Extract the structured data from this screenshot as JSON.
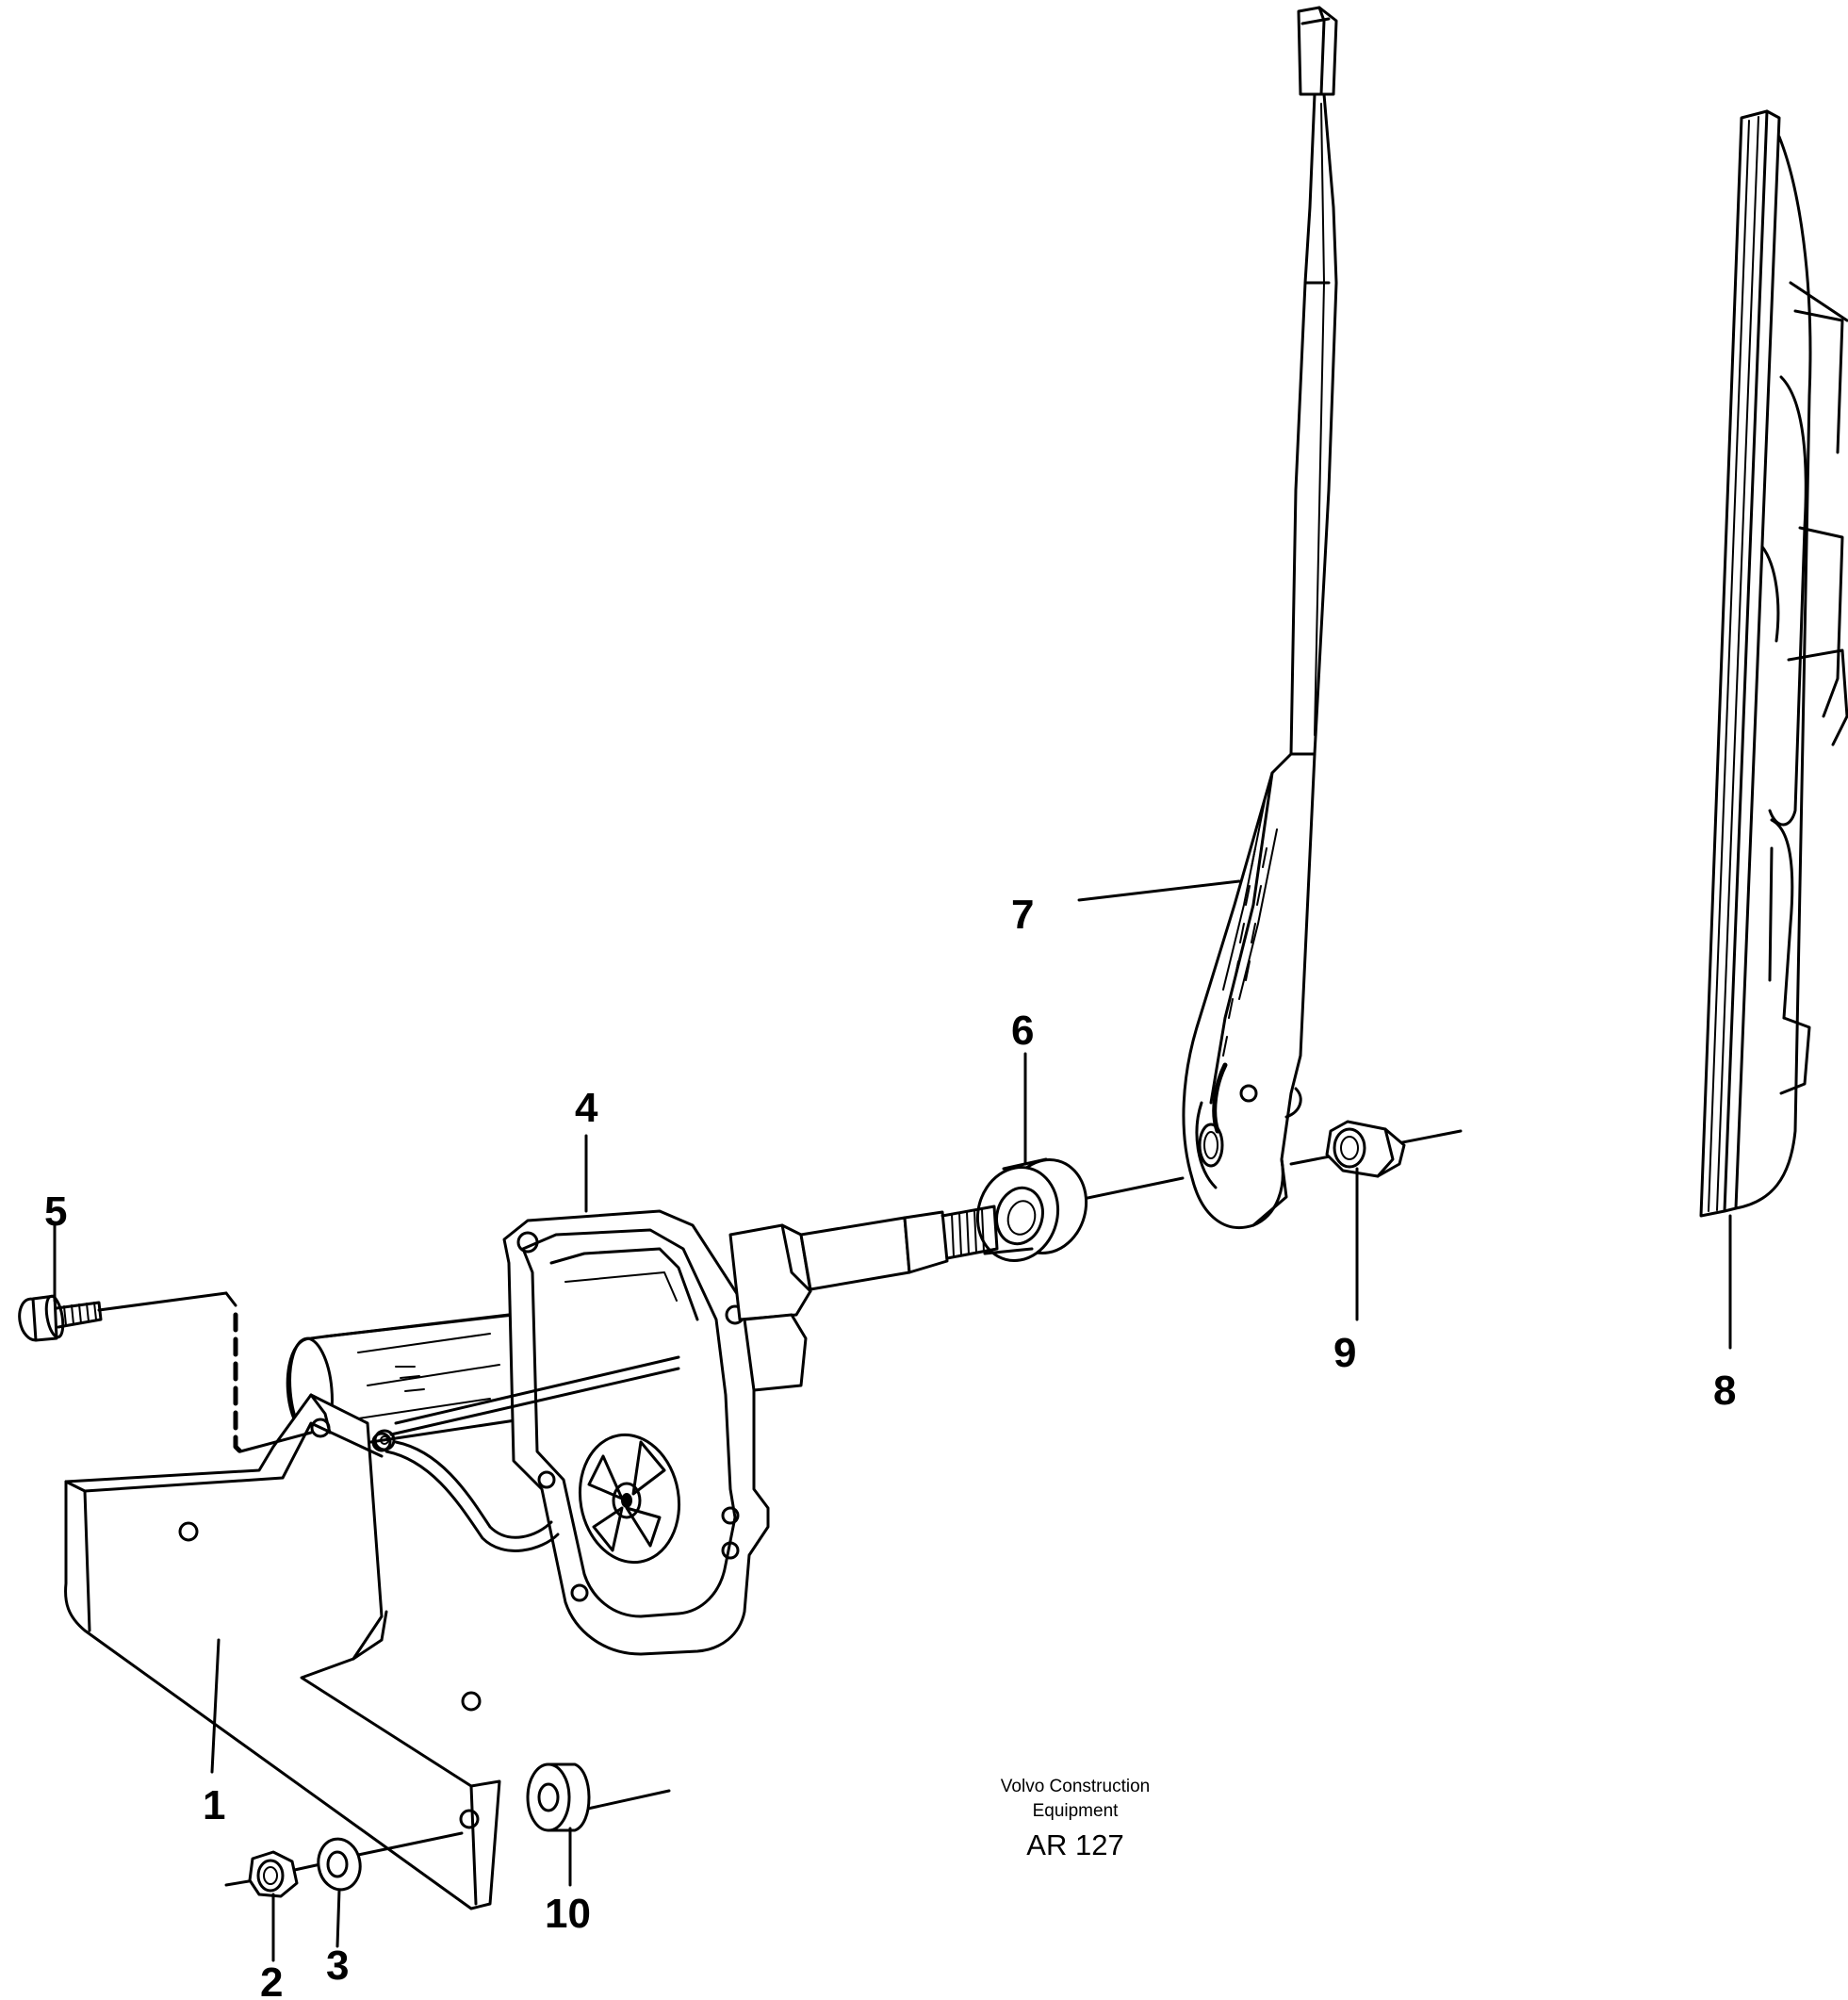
{
  "caption": {
    "line1": "Volvo Construction",
    "line2": "Equipment",
    "code": "AR 127"
  },
  "parts": [
    {
      "id": "1",
      "label": "1"
    },
    {
      "id": "2",
      "label": "2"
    },
    {
      "id": "3",
      "label": "3"
    },
    {
      "id": "4",
      "label": "4"
    },
    {
      "id": "5",
      "label": "5"
    },
    {
      "id": "6",
      "label": "6"
    },
    {
      "id": "7",
      "label": "7"
    },
    {
      "id": "8",
      "label": "8"
    },
    {
      "id": "9",
      "label": "9"
    },
    {
      "id": "10",
      "label": "10"
    }
  ]
}
